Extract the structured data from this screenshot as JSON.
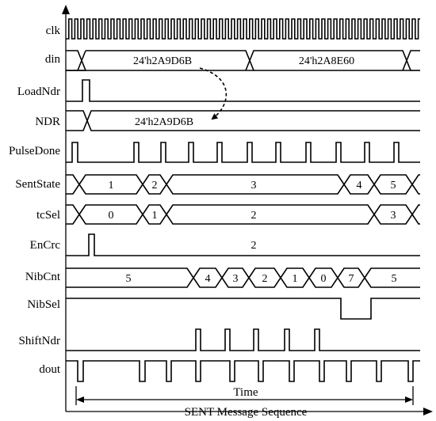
{
  "signals": {
    "clk": "clk",
    "din": "din",
    "loadndr": "LoadNdr",
    "ndr": "NDR",
    "pulsedone": "PulseDone",
    "sentstate": "SentState",
    "tcsel": "tcSel",
    "encrc": "EnCrc",
    "nibcnt": "NibCnt",
    "nibsel": "NibSel",
    "shiftndr": "ShiftNdr",
    "dout": "dout"
  },
  "values": {
    "din_1": "24'h2A9D6B",
    "din_2": "24'h2A8E60",
    "ndr_1": "24'h2A9D6B",
    "sentstate": [
      "1",
      "2",
      "3",
      "4",
      "5"
    ],
    "tcsel": [
      "0",
      "1",
      "2",
      "3"
    ],
    "encrc": "2",
    "nibcnt": [
      "5",
      "4",
      "3",
      "2",
      "1",
      "0",
      "7",
      "5"
    ]
  },
  "axis": {
    "time_label": "Time",
    "caption": "SENT Message Sequence"
  }
}
